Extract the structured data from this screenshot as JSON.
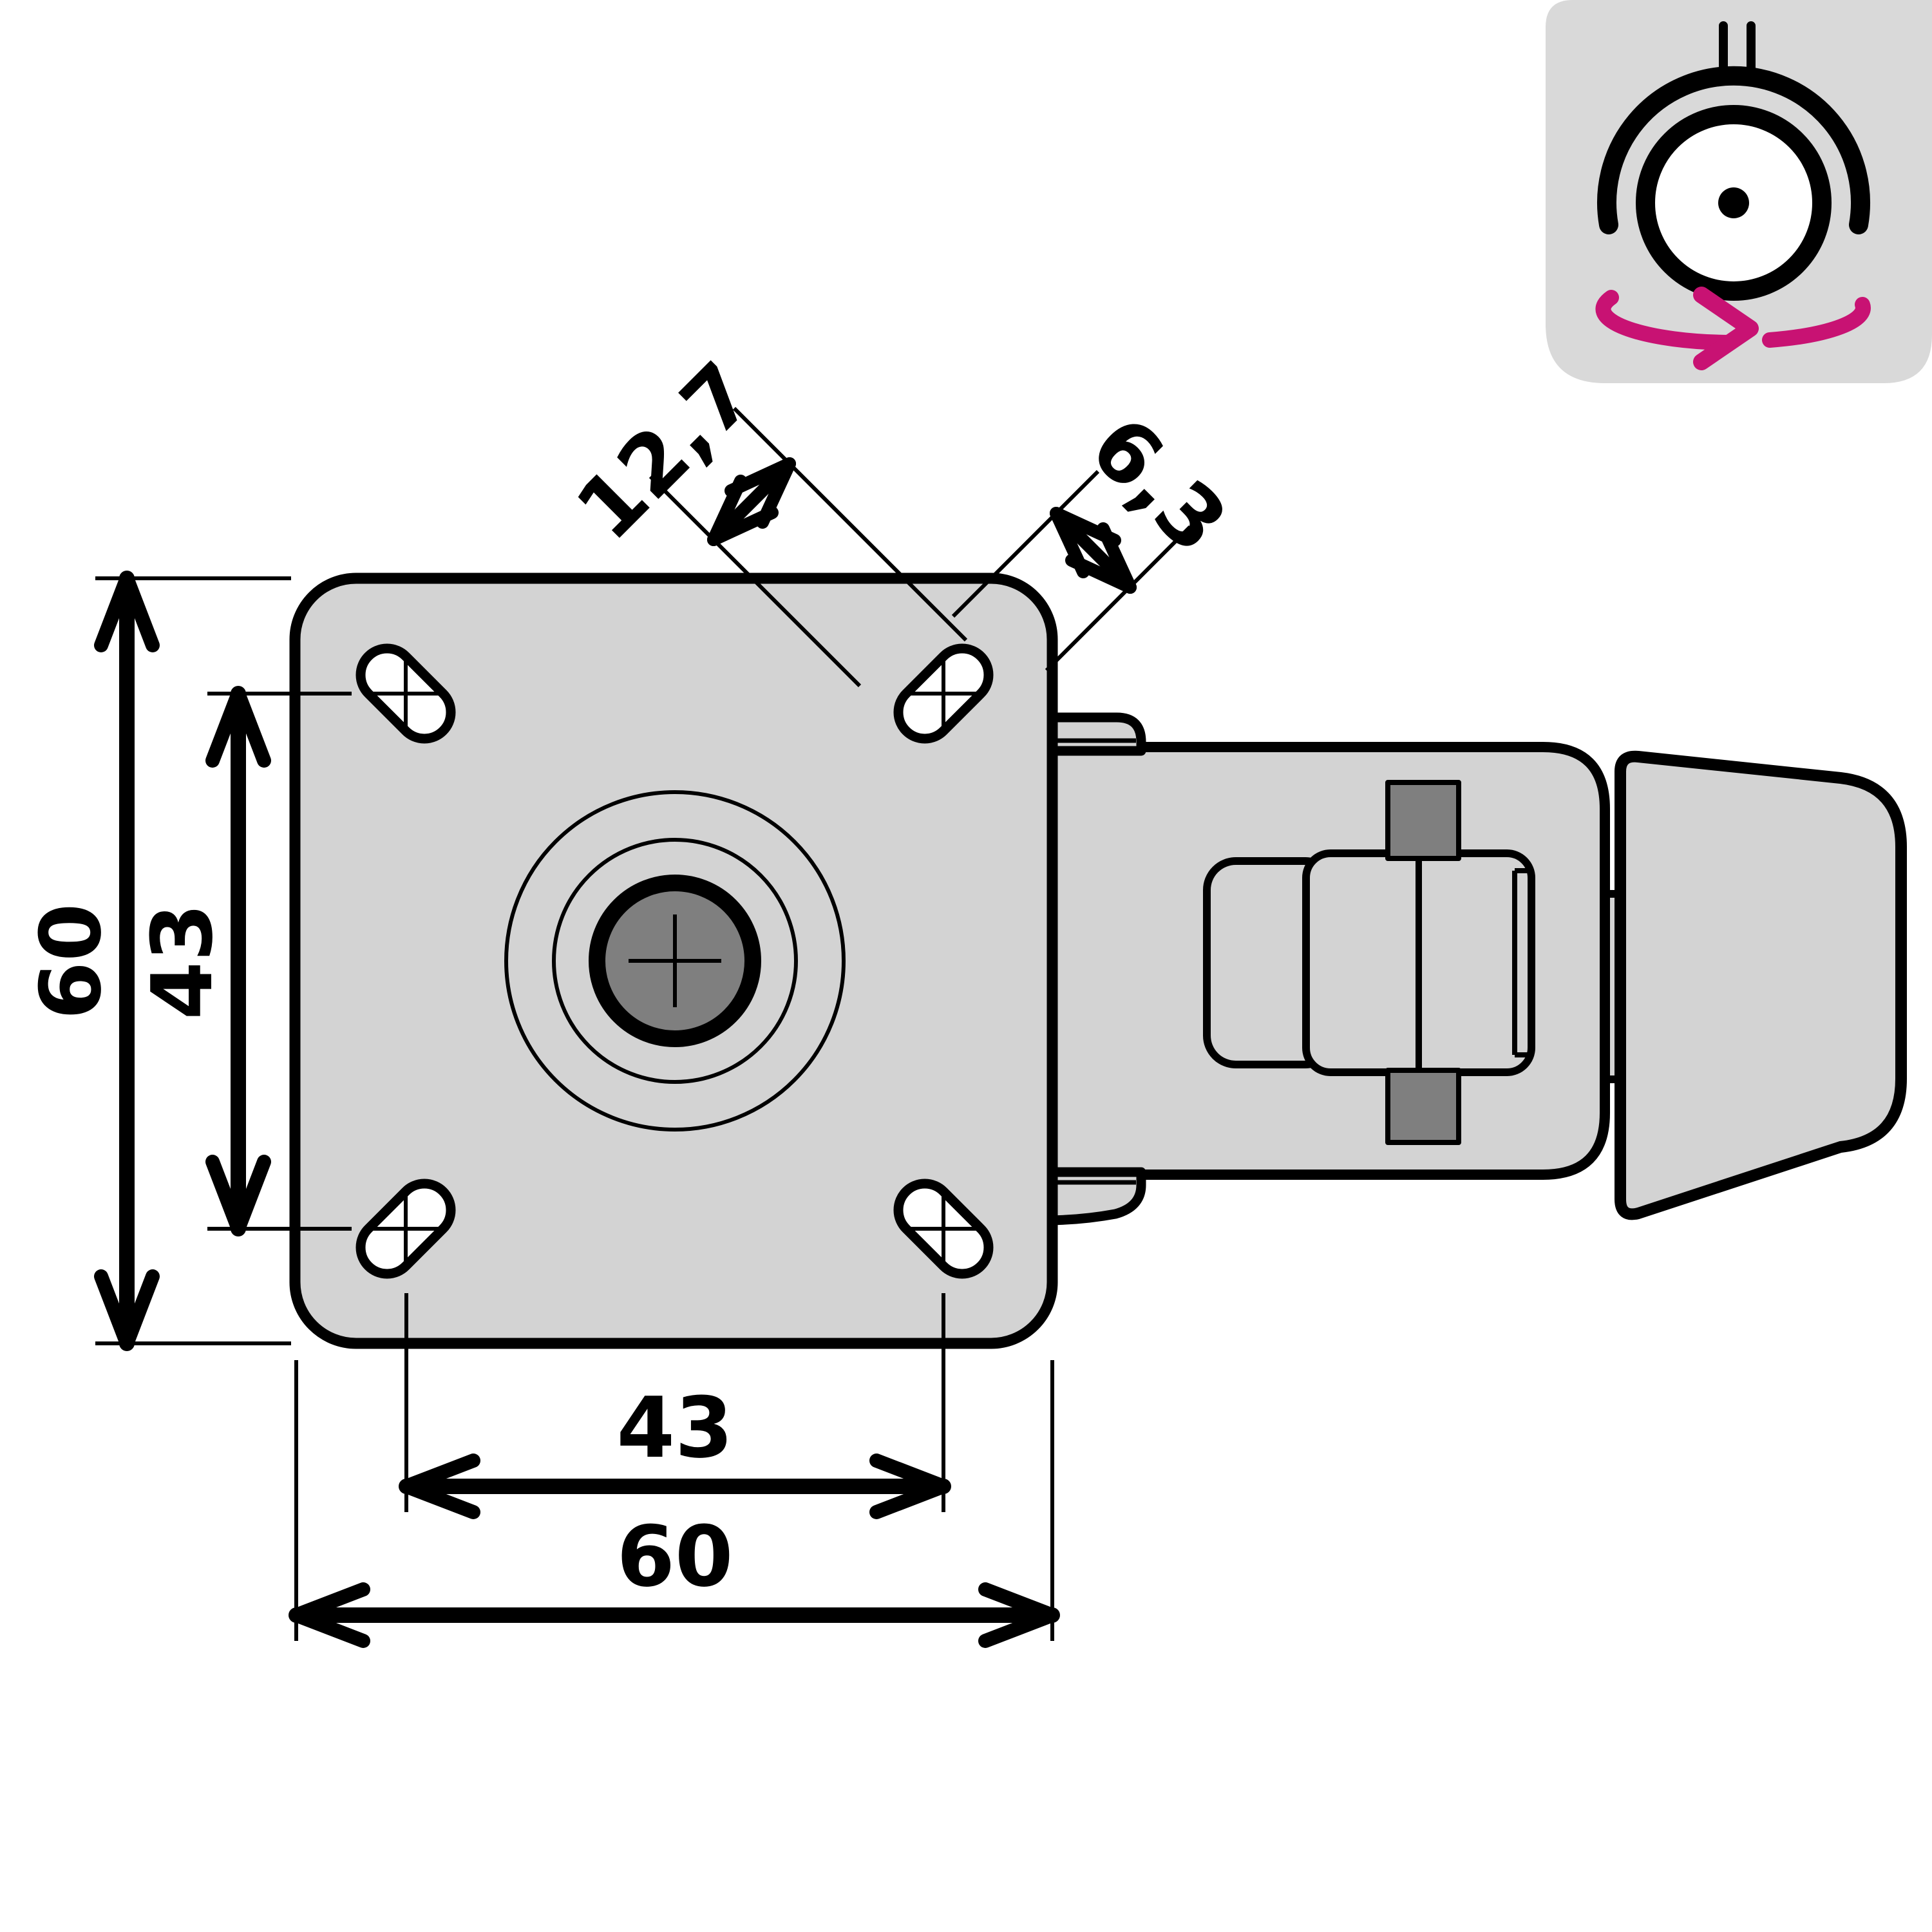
{
  "drawing": {
    "kind": "technical-dimension-drawing",
    "subject": "swivel-caster-top-view",
    "dimensions": {
      "plate_height": {
        "value": "60"
      },
      "hole_spacing_vertical": {
        "value": "43"
      },
      "hole_spacing_horizontal": {
        "value": "43"
      },
      "plate_width": {
        "value": "60"
      },
      "slot_length": {
        "value": "12,7"
      },
      "slot_width": {
        "value": "6,3"
      }
    },
    "colors": {
      "part_fill": "#d3d3d3",
      "dark_fill": "#7f7f7f",
      "outline": "#000000",
      "icon_bg": "#d9d9d9",
      "swivel_arrow": "#c81273"
    },
    "icon": {
      "name": "swivel-caster-rotation-icon"
    }
  }
}
